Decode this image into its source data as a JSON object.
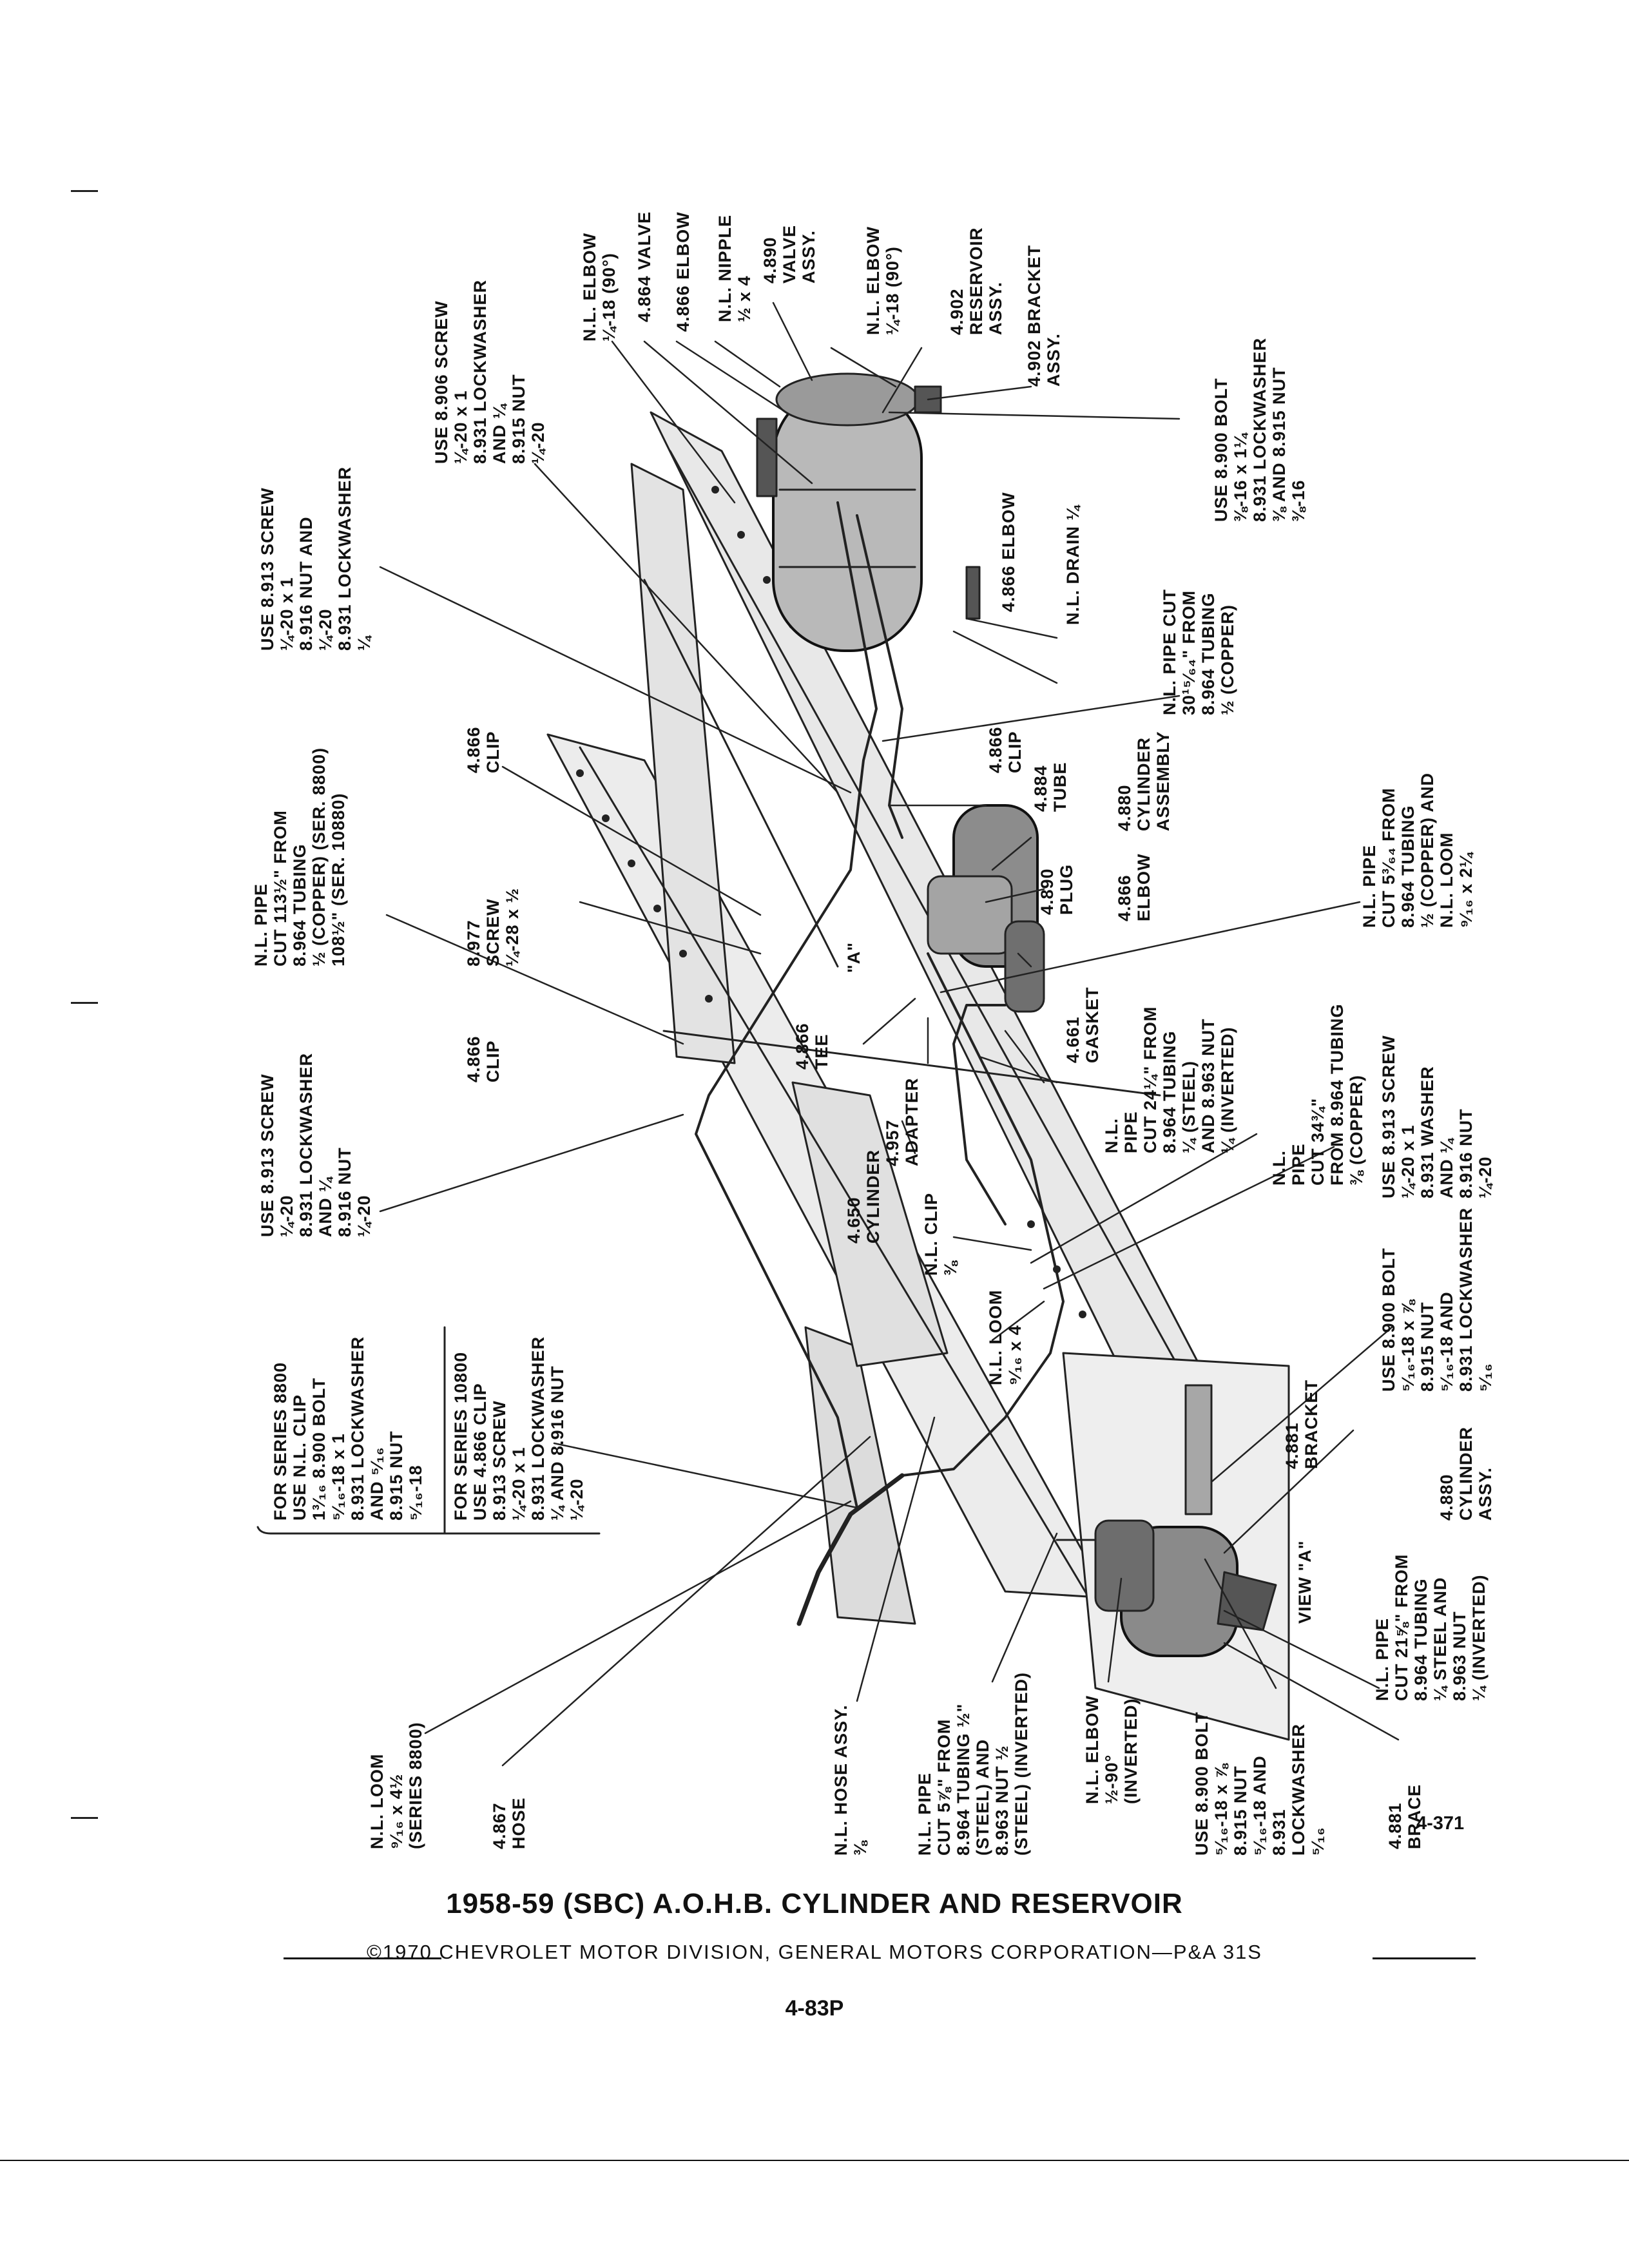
{
  "title": "1958-59 (SBC) A.O.H.B. CYLINDER AND RESERVOIR",
  "copyright": "©1970 CHEVROLET MOTOR DIVISION, GENERAL MOTORS CORPORATION—P&A 31S",
  "page_number": "4-83P",
  "figure_number": "4-371",
  "labels": {
    "nl_elbow_top": [
      "N.L. ELBOW",
      "¼-18 (90°)"
    ],
    "valve_4864": [
      "4.864 VALVE"
    ],
    "elbow_4866_top": [
      "4.866 ELBOW"
    ],
    "nl_nipple": [
      "N.L. NIPPLE",
      "½ x 4"
    ],
    "valve_assy_4890": [
      "4.890",
      "VALVE",
      "ASSY."
    ],
    "nl_elbow_top2": [
      "N.L. ELBOW",
      "¼-18 (90°)"
    ],
    "reservoir_4902": [
      "4.902",
      "RESERVOIR",
      "ASSY."
    ],
    "bracket_4902": [
      "4.902 BRACKET",
      "ASSY."
    ],
    "screw_8906": [
      "USE 8.906 SCREW",
      "¼-20 x 1",
      "8.931 LOCKWASHER",
      "AND ¼",
      "8.915 NUT",
      "¼-20"
    ],
    "bolt_8900_top": [
      "USE 8.900 BOLT",
      "⅜-16 x 1¼",
      "8.931 LOCKWASHER",
      "⅜ AND 8.915 NUT",
      "⅜-16"
    ],
    "screw_8913_a": [
      "USE 8.913 SCREW",
      "¼-20 x 1",
      "8.916 NUT AND",
      "¼-20",
      "8.931 LOCKWASHER",
      "¼"
    ],
    "elbow_4866_mid": [
      "4.866 ELBOW"
    ],
    "nl_drain": [
      "N.L. DRAIN ¼"
    ],
    "nl_pipe_30": [
      "N.L. PIPE CUT",
      "30¹⁵⁄₆₄\" FROM",
      "8.964 TUBING",
      "½ (COPPER)"
    ],
    "nl_pipe_113": [
      "N.L. PIPE",
      "CUT 113½\" FROM",
      "8.964 TUBING",
      "½ (COPPER) (SER. 8800)",
      "108½\" (SER. 10880)"
    ],
    "clip_4866_a": [
      "4.866",
      "CLIP"
    ],
    "clip_4866_b": [
      "4.866",
      "CLIP"
    ],
    "tube_4884": [
      "4.884",
      "TUBE"
    ],
    "cylinder_assy_4880": [
      "4.880",
      "CYLINDER",
      "ASSEMBLY"
    ],
    "screw_8977": [
      "8.977",
      "SCREW",
      "¼-28 x ½"
    ],
    "plug_4890": [
      "4.890",
      "PLUG"
    ],
    "elbow_4866_low": [
      "4.866",
      "ELBOW"
    ],
    "nl_pipe_5": [
      "N.L. PIPE",
      "CUT 5³⁄₆₄ FROM",
      "8.964 TUBING",
      "½ (COPPER) AND",
      "N.L. LOOM",
      "⁹⁄₁₆ x 2¼"
    ],
    "screw_8913_b": [
      "USE 8.913 SCREW",
      "¼-20",
      "8.931 LOCKWASHER",
      "AND ¼",
      "8.916 NUT",
      "¼-20"
    ],
    "clip_4866_c": [
      "4.866",
      "CLIP"
    ],
    "tee_4866": [
      "4.866",
      "TEE"
    ],
    "view_a_mark": [
      "\"A\""
    ],
    "gasket_4661": [
      "4.661",
      "GASKET"
    ],
    "nl_pipe_24": [
      "N.L.",
      "PIPE",
      "CUT 24¼\" FROM",
      "8.964 TUBING",
      "¼ (STEEL)",
      "AND 8.963 NUT",
      "¼ (INVERTED)"
    ],
    "adapter_4957": [
      "4.957",
      "ADAPTER"
    ],
    "cylinder_4650": [
      "4.650",
      "CYLINDER"
    ],
    "nl_clip": [
      "N.L. CLIP",
      "⅜"
    ],
    "nl_pipe_34": [
      "N.L.",
      "PIPE",
      "CUT 34¾\"",
      "FROM 8.964 TUBING",
      "⅜ (COPPER)"
    ],
    "screw_8913_c": [
      "USE 8.913 SCREW",
      "¼-20 x 1",
      "8.931 WASHER",
      "AND ¼",
      "8.916 NUT",
      "¼-20"
    ],
    "series_8800": [
      "FOR SERIES 8800",
      "USE N.L. CLIP",
      "1³⁄₁₆ 8.900 BOLT",
      "⁵⁄₁₆-18 x 1",
      "8.931 LOCKWASHER",
      "AND ⁵⁄₁₆",
      "8.915 NUT",
      "⁵⁄₁₆-18"
    ],
    "series_10800": [
      "FOR SERIES 10800",
      "USE 4.866 CLIP",
      "8.913 SCREW",
      "¼-20 x 1",
      "8.931 LOCKWASHER",
      "¼ AND 8.916 NUT",
      "¼-20"
    ],
    "nl_loom_mid": [
      "N.L. LOOM",
      "⁹⁄₁₆ x 4"
    ],
    "bolt_8900_mid": [
      "USE 8.900 BOLT",
      "⁵⁄₁₆-18 x ⅞",
      "8.915 NUT",
      "⁵⁄₁₆-18 AND",
      "8.931 LOCKWASHER",
      "⁵⁄₁₆"
    ],
    "bracket_4881": [
      "4.881",
      "BRACKET"
    ],
    "cylinder_assy_4880_b": [
      "4.880",
      "CYLINDER",
      "ASSY."
    ],
    "view_a": [
      "VIEW \"A\""
    ],
    "nl_pipe_21": [
      "N.L. PIPE",
      "CUT 21⅝\" FROM",
      "8.964 TUBING",
      "¼ STEEL AND",
      "8.963 NUT",
      "¼ (INVERTED)"
    ],
    "nl_loom_left": [
      "N.L. LOOM",
      "⁹⁄₁₆ x 4½",
      "(SERIES 8800)"
    ],
    "hose_4867": [
      "4.867",
      "HOSE"
    ],
    "nl_hose_assy": [
      "N.L. HOSE ASSY.",
      "⅜"
    ],
    "nl_pipe_5_7": [
      "N.L. PIPE",
      "CUT 5⅞\" FROM",
      "8.964 TUBING ½\"",
      "(STEEL) AND",
      "8.963 NUT ½",
      "(STEEL) (INVERTED)"
    ],
    "nl_elbow_low": [
      "N.L. ELBOW",
      "½-90°",
      "(INVERTED)"
    ],
    "bolt_8900_low": [
      "USE 8.900 BOLT",
      "⁵⁄₁₆-18 x ⅞",
      "8.915 NUT",
      "⁵⁄₁₆-18 AND",
      "8.931",
      "LOCKWASHER",
      "⁵⁄₁₆"
    ],
    "brace_4881": [
      "4.881",
      "BRACE"
    ]
  }
}
